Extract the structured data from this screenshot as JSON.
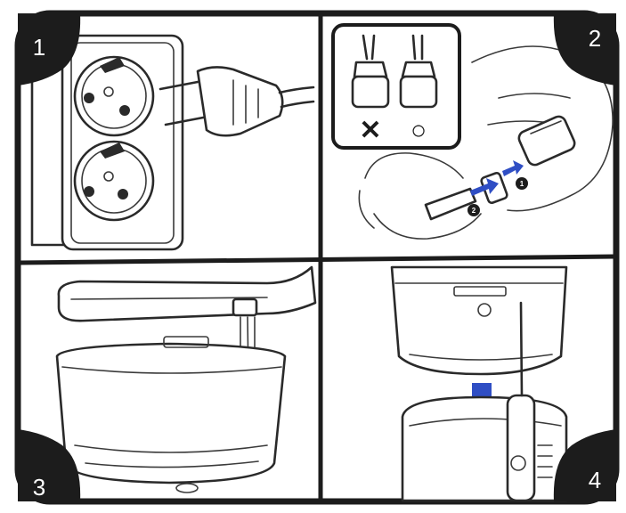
{
  "steps": [
    {
      "number": "1",
      "description_icon": "plug-into-socket-illustration"
    },
    {
      "number": "2",
      "description_icon": "attach-nozzle-illustration"
    },
    {
      "number": "3",
      "description_icon": "fill-reservoir-illustration"
    },
    {
      "number": "4",
      "description_icon": "place-reservoir-illustration"
    }
  ],
  "inset": {
    "wrong_symbol": "✕",
    "right_symbol": "○"
  },
  "callouts": {
    "first": "1",
    "second": "2"
  },
  "colors": {
    "frame": "#1c1c1c",
    "line_art": "#2a2a2a",
    "arrow_accent": "#2f4ec4",
    "background": "#ffffff"
  }
}
